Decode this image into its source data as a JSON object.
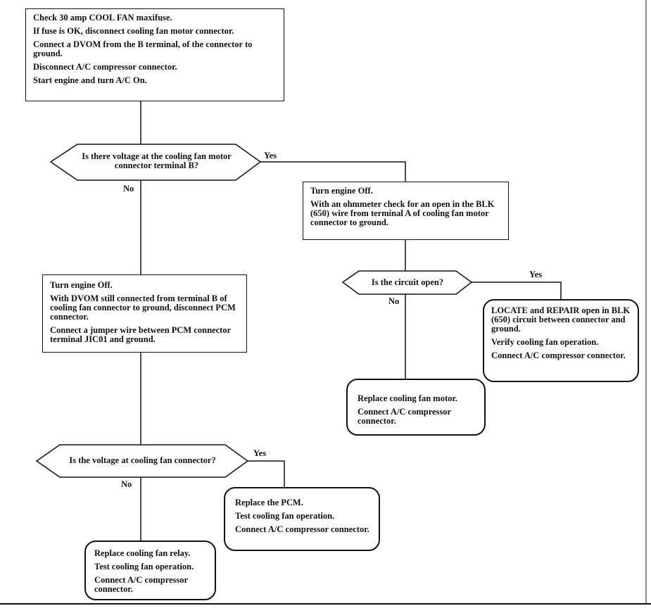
{
  "start_box": {
    "lines": [
      "Check 30 amp COOL FAN maxifuse.",
      "If fuse is OK, disconnect cooling fan motor connector.",
      "Connect a DVOM from the B terminal, of the connector to ground.",
      "Disconnect A/C compressor connector.",
      "Start engine and turn A/C On."
    ]
  },
  "decision_1": {
    "question": "Is there voltage at the cooling fan motor connector terminal B?",
    "yes": "Yes",
    "no": "No"
  },
  "yes_box_1": {
    "lines": [
      "Turn engine Off.",
      "With an ohmmeter check for an open in the BLK (650) wire from terminal A of cooling fan motor connector to ground."
    ]
  },
  "no_box_1": {
    "lines": [
      "Turn engine Off.",
      "With DVOM still connected from terminal B of cooling fan connector to ground, disconnect PCM connector.",
      "Connect a jumper wire between PCM connector terminal JIC01 and ground."
    ]
  },
  "decision_2": {
    "question": "Is the circuit open?",
    "yes": "Yes",
    "no": "No"
  },
  "result_repair": {
    "lines": [
      "LOCATE and REPAIR open in BLK (650) circuit between connector and ground.",
      "Verify cooling fan operation.",
      "Connect A/C compressor connector."
    ]
  },
  "result_motor": {
    "lines": [
      "Replace cooling fan motor.",
      "Connect A/C compressor connector."
    ]
  },
  "decision_3": {
    "question": "Is the voltage at cooling fan connector?",
    "yes": "Yes",
    "no": "No"
  },
  "result_pcm": {
    "lines": [
      "Replace the PCM.",
      "Test cooling fan operation.",
      "Connect A/C compressor connector."
    ]
  },
  "result_relay": {
    "lines": [
      "Replace cooling fan relay.",
      "Test cooling fan operation.",
      "Connect A/C compressor connector."
    ]
  }
}
